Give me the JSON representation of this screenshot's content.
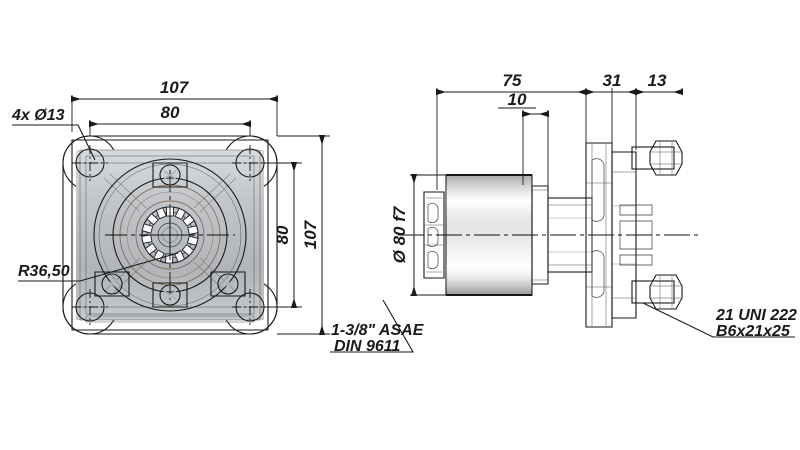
{
  "drawing": {
    "title": "PTO gearbox / hydraulic pump coupling assembly drawing",
    "background_color": "#ffffff",
    "line_color": "#1a1a1a",
    "views": [
      {
        "name": "front-view",
        "description": "Square flange front view with four corner mounting lugs, central splined shaft and bronze hub"
      },
      {
        "name": "side-view",
        "description": "Side section view showing grooved shaft body, flange plate and hex bolts"
      }
    ],
    "colors": {
      "body_grey": "#b9bcc0",
      "body_grey_light": "#d4d7da",
      "bronze_hub": "#4a3526",
      "bronze_hub_light": "#6b4e38",
      "white_boss": "#fdfdfd",
      "steel_dark": "#5a5f64",
      "steel_light": "#c9ccd0",
      "bolt_black": "#111111",
      "outline": "#1a1a1a"
    }
  },
  "dimensions": {
    "front": {
      "width_overall": "107",
      "width_bolt_pattern": "80",
      "height_overall": "107",
      "height_bolt_pattern": "80"
    },
    "side": {
      "length_body": "75",
      "length_flange_to_face": "31",
      "length_bolt_head": "13",
      "length_detail": "10",
      "diameter_pilot": "Ø 80 f7"
    }
  },
  "annotations": {
    "hole_callout": "4x Ø13",
    "radius_callout": "R36,50",
    "spline_standard_line1": "1-3/8\" ASAE",
    "spline_standard_line2": "DIN 9611",
    "bolt_spec_line1": "21 UNI 222",
    "bolt_spec_line2": "B6x21x25"
  }
}
